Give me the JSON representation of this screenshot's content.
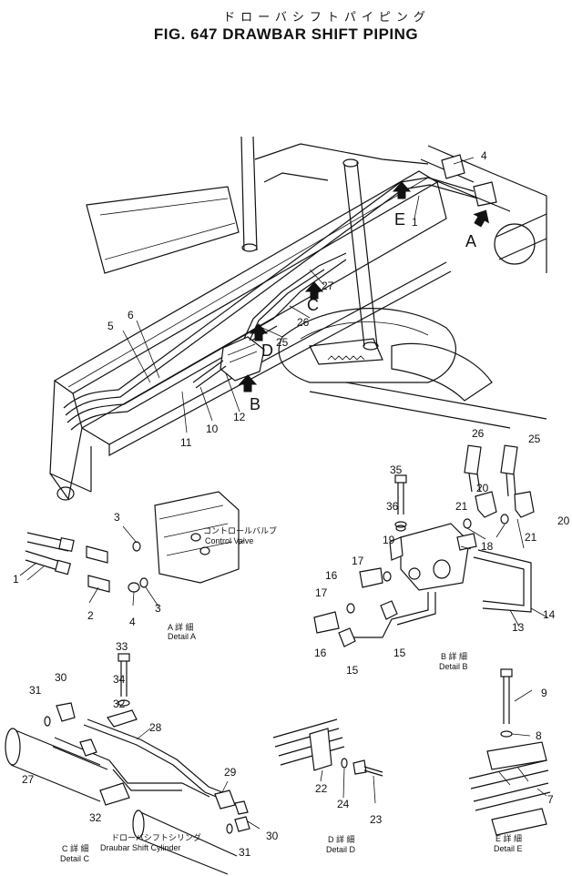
{
  "title_jp": "ドローバシフトパイピング",
  "title_en": "FIG. 647  DRAWBAR SHIFT PIPING",
  "view_letters": [
    "A",
    "B",
    "C",
    "D",
    "E"
  ],
  "main_callouts": [
    "4",
    "1",
    "27",
    "26",
    "25",
    "6",
    "5",
    "12",
    "10",
    "11"
  ],
  "detail_a": {
    "callouts": [
      "1",
      "2",
      "3",
      "3",
      "4"
    ],
    "control_valve_jp": "コントロールバルブ",
    "control_valve_en": "Control Valve",
    "caption_jp": "A 詳 細",
    "caption_en": "Detail A"
  },
  "detail_b": {
    "callouts": [
      "35",
      "36",
      "26",
      "25",
      "20",
      "20",
      "21",
      "21",
      "19",
      "18",
      "17",
      "16",
      "17",
      "14",
      "13",
      "16",
      "15",
      "15"
    ],
    "caption_jp": "B 詳 細",
    "caption_en": "Detail B"
  },
  "detail_c": {
    "callouts": [
      "33",
      "34",
      "30",
      "31",
      "32",
      "28",
      "27",
      "32",
      "29",
      "30",
      "31"
    ],
    "cylinder_jp": "ドローバシフトシリンダ",
    "cylinder_en": "Draubar Shift Cylinder",
    "caption_jp": "C 詳 細",
    "caption_en": "Detail C"
  },
  "detail_d": {
    "callouts": [
      "22",
      "24",
      "23"
    ],
    "caption_jp": "D 詳 細",
    "caption_en": "Detail D"
  },
  "detail_e": {
    "callouts": [
      "9",
      "8",
      "7"
    ],
    "caption_jp": "E 詳 細",
    "caption_en": "Detail E"
  }
}
